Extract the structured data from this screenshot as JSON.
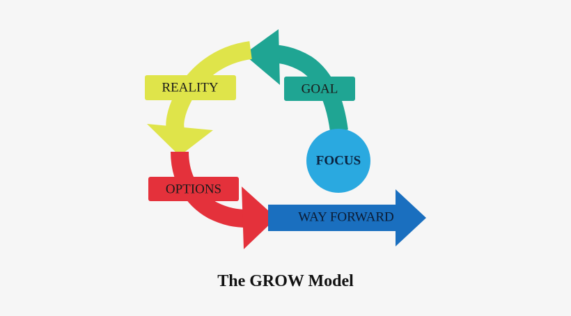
{
  "stages": {
    "goal": {
      "label": "GOAL",
      "color": "#1fa593"
    },
    "reality": {
      "label": "REALITY",
      "color": "#dfe44a"
    },
    "options": {
      "label": "OPTIONS",
      "color": "#e4313b"
    },
    "way_forward": {
      "label": "WAY FORWARD",
      "color": "#1a6fbf"
    }
  },
  "center": {
    "label": "FOCUS",
    "color": "#2aa9e0"
  },
  "caption": "The GROW Model"
}
